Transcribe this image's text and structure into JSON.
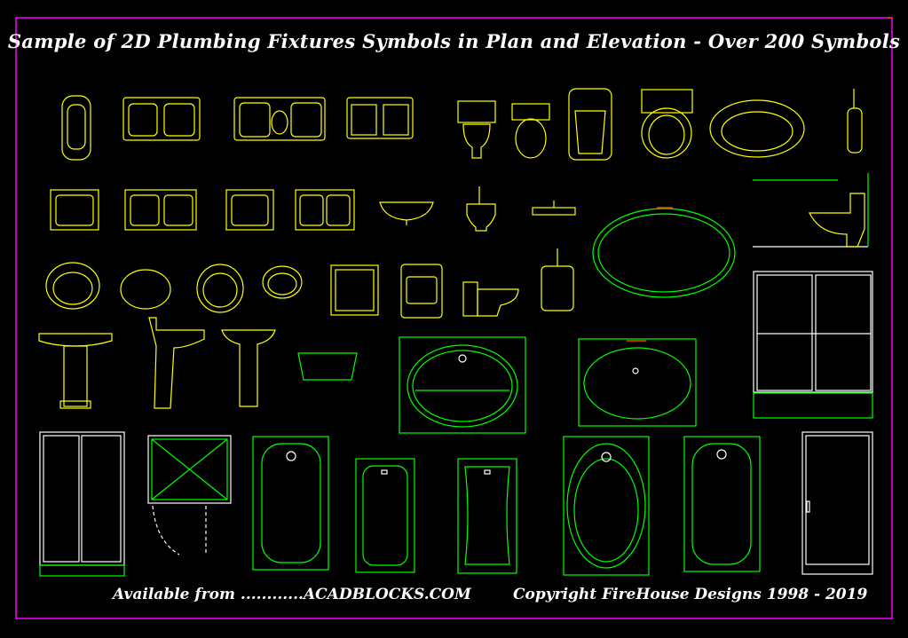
{
  "title": "Sample of 2D Plumbing Fixtures Symbols in Plan and Elevation - Over 200 Symbols",
  "footer": {
    "available": "Available from ............ACADBLOCKS.COM",
    "copyright": "Copyright FireHouse Designs 1998 - 2019"
  },
  "colors": {
    "background": "#000000",
    "border": "#ff00ff",
    "plan_symbols": "#ffff00",
    "tubs": "#00ff00",
    "showers": "#ffffff",
    "text": "#ffffff"
  }
}
